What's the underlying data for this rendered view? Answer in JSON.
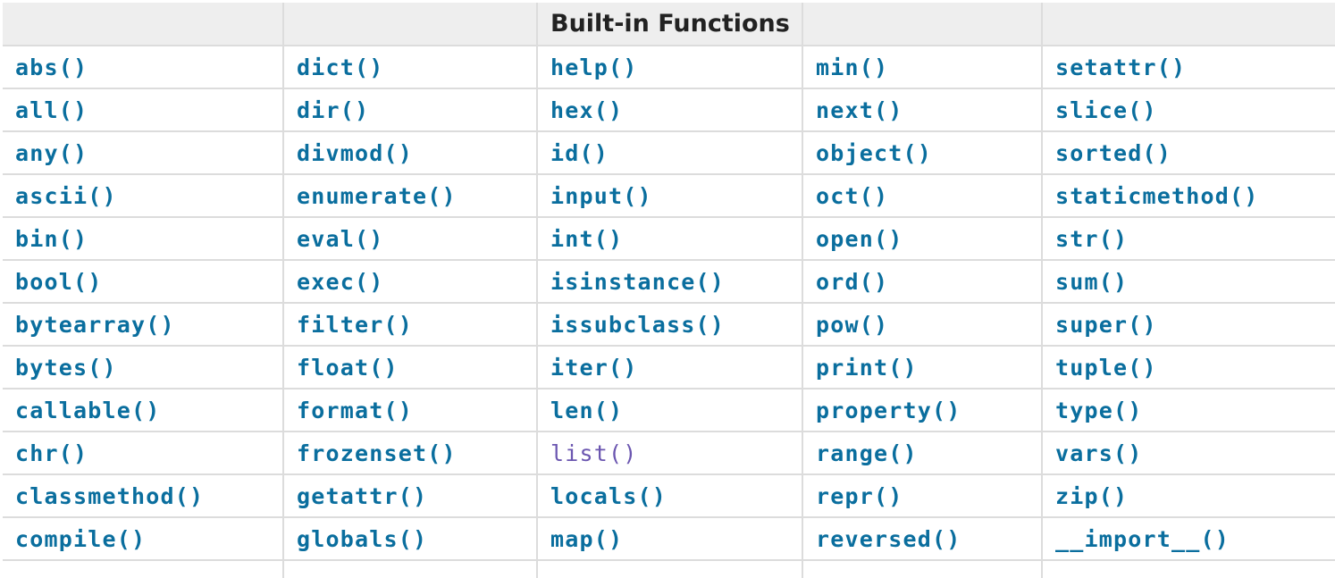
{
  "table": {
    "title": "Built-in Functions",
    "visited_color": "#6b56b0",
    "link_color": "#0a6e9e",
    "rows": [
      [
        "abs()",
        "dict()",
        "help()",
        "min()",
        "setattr()"
      ],
      [
        "all()",
        "dir()",
        "hex()",
        "next()",
        "slice()"
      ],
      [
        "any()",
        "divmod()",
        "id()",
        "object()",
        "sorted()"
      ],
      [
        "ascii()",
        "enumerate()",
        "input()",
        "oct()",
        "staticmethod()"
      ],
      [
        "bin()",
        "eval()",
        "int()",
        "open()",
        "str()"
      ],
      [
        "bool()",
        "exec()",
        "isinstance()",
        "ord()",
        "sum()"
      ],
      [
        "bytearray()",
        "filter()",
        "issubclass()",
        "pow()",
        "super()"
      ],
      [
        "bytes()",
        "float()",
        "iter()",
        "print()",
        "tuple()"
      ],
      [
        "callable()",
        "format()",
        "len()",
        "property()",
        "type()"
      ],
      [
        "chr()",
        "frozenset()",
        "list()",
        "range()",
        "vars()"
      ],
      [
        "classmethod()",
        "getattr()",
        "locals()",
        "repr()",
        "zip()"
      ],
      [
        "compile()",
        "globals()",
        "map()",
        "reversed()",
        "__import__()"
      ]
    ]
  }
}
